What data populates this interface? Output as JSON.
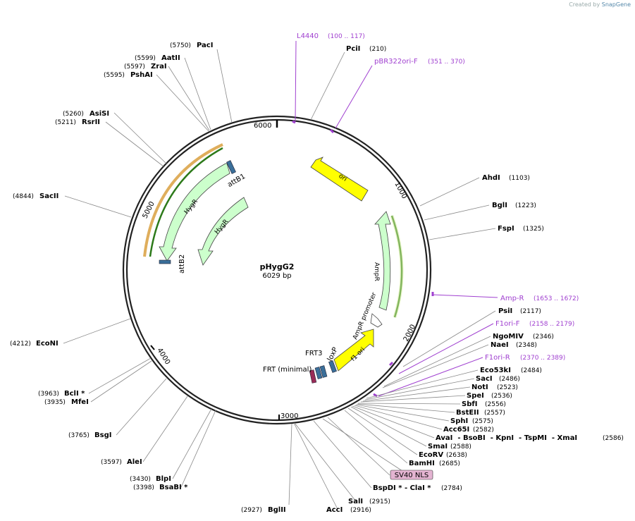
{
  "credit": {
    "prefix": "Created by",
    "brand": "SnapGene"
  },
  "plasmid": {
    "name": "pHygG2",
    "size": "6029 bp"
  },
  "ticks": [
    {
      "label": "1000",
      "pos": 1000
    },
    {
      "label": "2000",
      "pos": 2000
    },
    {
      "label": "3000",
      "pos": 3000
    },
    {
      "label": "4000",
      "pos": 4000
    },
    {
      "label": "5000",
      "pos": 5000
    },
    {
      "label": "6000",
      "pos": 6000
    }
  ],
  "features": [
    {
      "name": "ori",
      "label": "ori",
      "color": "#ffff00"
    },
    {
      "name": "AmpR",
      "label": "AmpR",
      "color": "#ccffcc"
    },
    {
      "name": "AmpR promoter",
      "label": "AmpR promoter",
      "color": "#ffffff"
    },
    {
      "name": "f1 ori",
      "label": "f1 ori",
      "color": "#ffff00"
    },
    {
      "name": "loxP",
      "label": "loxP",
      "color": "#3a6f9a"
    },
    {
      "name": "FRT3",
      "label": "FRT3",
      "color": "#3a6f9a"
    },
    {
      "name": "FRT (minimal)",
      "label": "FRT (minimal)",
      "color": "#9a2b57"
    },
    {
      "name": "HygR",
      "label": "HygR",
      "color": "#ccffcc"
    },
    {
      "name": "HygR-2",
      "label": "HygR",
      "color": "#ccffcc"
    },
    {
      "name": "attB1",
      "label": "attB1",
      "color": "#3a6f9a"
    },
    {
      "name": "attB2",
      "label": "attB2",
      "color": "#3a6f9a"
    }
  ],
  "primers": [
    {
      "name": "L4440",
      "range": "(100 .. 117)"
    },
    {
      "name": "pBR322ori-F",
      "range": "(351 .. 370)"
    },
    {
      "name": "Amp-R",
      "range": "(1653 .. 1672)"
    },
    {
      "name": "F1ori-F",
      "range": "(2158 .. 2179)"
    },
    {
      "name": "F1ori-R",
      "range": "(2370 .. 2389)"
    }
  ],
  "sites": [
    {
      "name": "PciI",
      "pos": "(210)"
    },
    {
      "name": "AhdI",
      "pos": "(1103)"
    },
    {
      "name": "BglI",
      "pos": "(1223)"
    },
    {
      "name": "FspI",
      "pos": "(1325)"
    },
    {
      "name": "PsiI",
      "pos": "(2117)"
    },
    {
      "name": "NgoMIV",
      "pos": "(2346)"
    },
    {
      "name": "NaeI",
      "pos": "(2348)"
    },
    {
      "name": "Eco53kI",
      "pos": "(2484)"
    },
    {
      "name": "SacI",
      "pos": "(2486)"
    },
    {
      "name": "NotI",
      "pos": "(2523)"
    },
    {
      "name": "SpeI",
      "pos": "(2536)"
    },
    {
      "name": "SbfI",
      "pos": "(2556)"
    },
    {
      "name": "BstEII",
      "pos": "(2557)"
    },
    {
      "name": "SphI",
      "pos": "(2575)"
    },
    {
      "name": "Acc65I",
      "pos": "(2582)"
    },
    {
      "name": "AvaI  - BsoBI  - KpnI  - TspMI  - XmaI",
      "pos": "(2586)"
    },
    {
      "name": "SmaI",
      "pos": "(2588)"
    },
    {
      "name": "EcoRV",
      "pos": "(2638)"
    },
    {
      "name": "BamHI",
      "pos": "(2685)"
    },
    {
      "name": "BspDI * - ClaI *",
      "pos": "(2784)"
    },
    {
      "name": "SalI",
      "pos": "(2915)"
    },
    {
      "name": "AccI",
      "pos": "(2916)"
    },
    {
      "name": "BglII",
      "pos": "(2927)"
    },
    {
      "name": "BsaBI *",
      "pos": "(3398)"
    },
    {
      "name": "BlpI",
      "pos": "(3430)"
    },
    {
      "name": "AleI",
      "pos": "(3597)"
    },
    {
      "name": "BsgI",
      "pos": "(3765)"
    },
    {
      "name": "MfeI",
      "pos": "(3935)"
    },
    {
      "name": "BclI *",
      "pos": "(3963)"
    },
    {
      "name": "EcoNI",
      "pos": "(4212)"
    },
    {
      "name": "SacII",
      "pos": "(4844)"
    },
    {
      "name": "RsrII",
      "pos": "(5211)"
    },
    {
      "name": "AsiSI",
      "pos": "(5260)"
    },
    {
      "name": "PshAI",
      "pos": "(5595)"
    },
    {
      "name": "ZraI",
      "pos": "(5597)"
    },
    {
      "name": "AatII",
      "pos": "(5599)"
    },
    {
      "name": "PacI",
      "pos": "(5750)"
    }
  ],
  "misc": {
    "sv40": "SV40 NLS"
  }
}
